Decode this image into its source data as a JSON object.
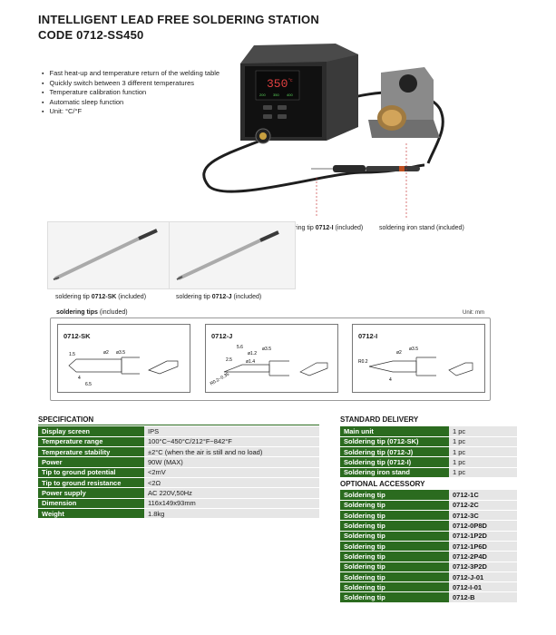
{
  "title_line1": "INTELLIGENT LEAD FREE SOLDERING STATION",
  "title_line2": "CODE 0712-SS450",
  "features": [
    "Fast heat-up and temperature return of the welding table",
    "Quickly switch between 3 different temperatures",
    "Temperature calibration function",
    "Automatic sleep function",
    "Unit: °C/°F"
  ],
  "station_display": {
    "main": "350",
    "unit": "°c",
    "presets": [
      "200",
      "350",
      "400"
    ]
  },
  "captions": {
    "tip_i": {
      "prefix": "soldering tip ",
      "code": "0712-I",
      "suffix": " (included)"
    },
    "stand": "soldering iron stand (included)",
    "tip_sk": {
      "prefix": "soldering tip ",
      "code": "0712-SK",
      "suffix": " (included)"
    },
    "tip_j": {
      "prefix": "soldering tip ",
      "code": "0712-J",
      "suffix": " (included)"
    }
  },
  "tips_section": {
    "label_bold": "soldering tips",
    "label_rest": " (included)",
    "unit": "Unit: mm"
  },
  "drawings": [
    {
      "name": "0712-SK",
      "dims": [
        "1.5",
        "ø2",
        "ø3.5",
        "4",
        "6.5"
      ]
    },
    {
      "name": "0712-J",
      "dims": [
        "5.6",
        "ø1.2",
        "ø3.5",
        "2.5",
        "ø1.4",
        "R0.2~0.35"
      ]
    },
    {
      "name": "0712-I",
      "dims": [
        "R0.2",
        "ø2",
        "ø3.5",
        "4"
      ]
    }
  ],
  "specification": {
    "heading": "SPECIFICATION",
    "rows": [
      [
        "Display screen",
        "IPS"
      ],
      [
        "Temperature range",
        "100°C~450°C/212°F~842°F"
      ],
      [
        "Temperature stability",
        "±2°C (when the air is still and no load)"
      ],
      [
        "Power",
        "90W (MAX)"
      ],
      [
        "Tip to ground potential",
        "<2mV"
      ],
      [
        "Tip to ground resistance",
        "<2Ω"
      ],
      [
        "Power supply",
        "AC 220V,50Hz"
      ],
      [
        "Dimension",
        "116x149x93mm"
      ],
      [
        "Weight",
        "1.8kg"
      ]
    ]
  },
  "standard_delivery": {
    "heading": "STANDARD DELIVERY",
    "rows": [
      [
        "Main unit",
        "1 pc"
      ],
      [
        "Soldering tip (0712-SK)",
        "1 pc"
      ],
      [
        "Soldering tip (0712-J)",
        "1 pc"
      ],
      [
        "Soldering tip (0712-I)",
        "1 pc"
      ],
      [
        "Soldering iron stand",
        "1 pc"
      ]
    ]
  },
  "optional_accessory": {
    "heading": "OPTIONAL ACCESSORY",
    "rows": [
      [
        "Soldering tip",
        "0712-1C"
      ],
      [
        "Soldering tip",
        "0712-2C"
      ],
      [
        "Soldering tip",
        "0712-3C"
      ],
      [
        "Soldering tip",
        "0712-0P8D"
      ],
      [
        "Soldering tip",
        "0712-1P2D"
      ],
      [
        "Soldering tip",
        "0712-1P6D"
      ],
      [
        "Soldering tip",
        "0712-2P4D"
      ],
      [
        "Soldering tip",
        "0712-3P2D"
      ],
      [
        "Soldering tip",
        "0712-J-01"
      ],
      [
        "Soldering tip",
        "0712-I-01"
      ],
      [
        "Soldering tip",
        "0712-B"
      ]
    ]
  }
}
